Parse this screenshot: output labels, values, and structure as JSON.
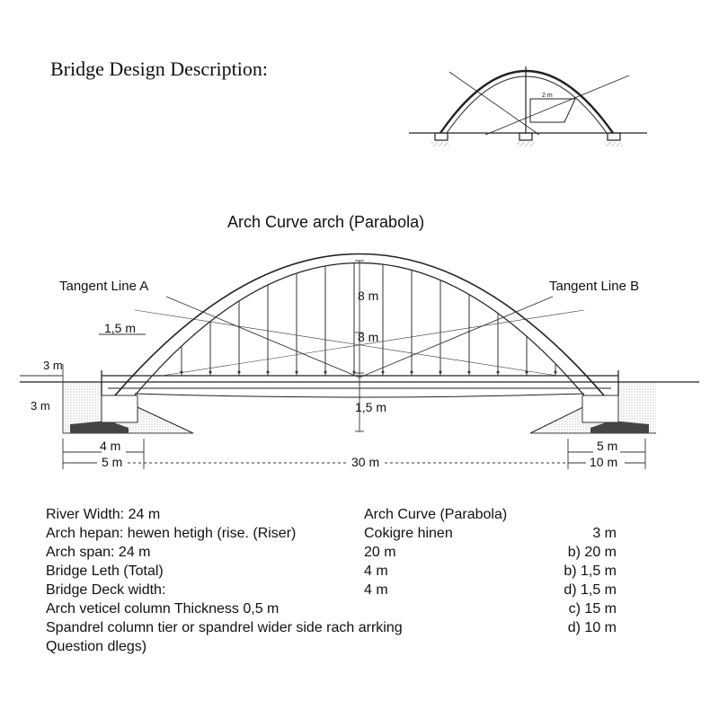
{
  "page_title": "Bridge Design Description:",
  "mini": {
    "dim": "2 m"
  },
  "diagram": {
    "title": "Arch Curve arch (Parabola)",
    "tangent_a": "Tangent Line A",
    "tangent_b": "Tangent Line B",
    "dim_rise1": "8 m",
    "dim_rise2": "8 m",
    "dim_under": "1,5 m",
    "dim_left_arch": "1,5 m",
    "dim_left_top": "3 m",
    "dim_left_mid": "3 m",
    "dim_bottom_4": "4 m",
    "dim_bottom_5l": "5 m",
    "dim_span": "30 m",
    "dim_bottom_5r": "5 m",
    "dim_bottom_10": "10 m"
  },
  "specs": {
    "left": [
      "River Width: 24 m",
      "Arch hepan: hewen hetigh (rise. (Riser)",
      "Arch span: 24 m",
      "Bridge Leth (Total)",
      "Bridge Deck width:",
      "Arch veticel column Thickness 0,5 m",
      "Spandrel column tier or spandrel wider side rach arrking",
      "Question dlegs)"
    ],
    "middle": [
      "Arch Curve (Parabola)",
      "Cokigre hinen",
      "20 m",
      "4 m",
      "4 m"
    ],
    "right": [
      "",
      "3 m",
      "b) 20 m",
      "b) 1,5 m",
      "d) 1,5 m",
      "c) 15 m",
      "d) 10 m"
    ]
  }
}
